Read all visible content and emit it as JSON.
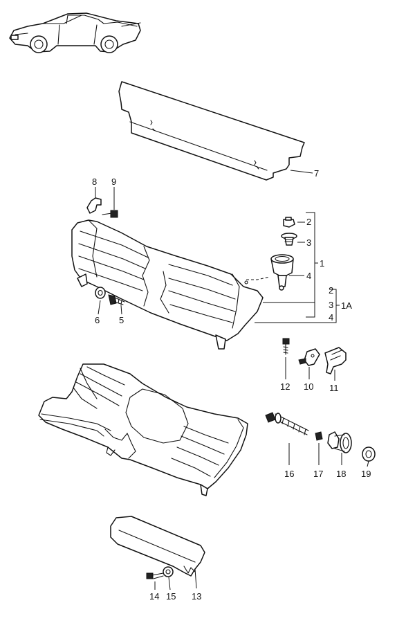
{
  "callouts": {
    "c1": "1",
    "c1a": "1A",
    "c2": "2",
    "c2b": "2",
    "c3": "3",
    "c3b": "3",
    "c4": "4",
    "c4b": "4",
    "c5": "5",
    "c6": "6",
    "c7": "7",
    "c8": "8",
    "c9": "9",
    "c10": "10",
    "c11": "11",
    "c12": "12",
    "c13": "13",
    "c14": "14",
    "c15": "15",
    "c16": "16",
    "c17": "17",
    "c18": "18",
    "c19": "19"
  },
  "colors": {
    "line": "#111111",
    "background": "#ffffff"
  },
  "icons": {
    "vehicle": "car-silhouette-icon"
  }
}
